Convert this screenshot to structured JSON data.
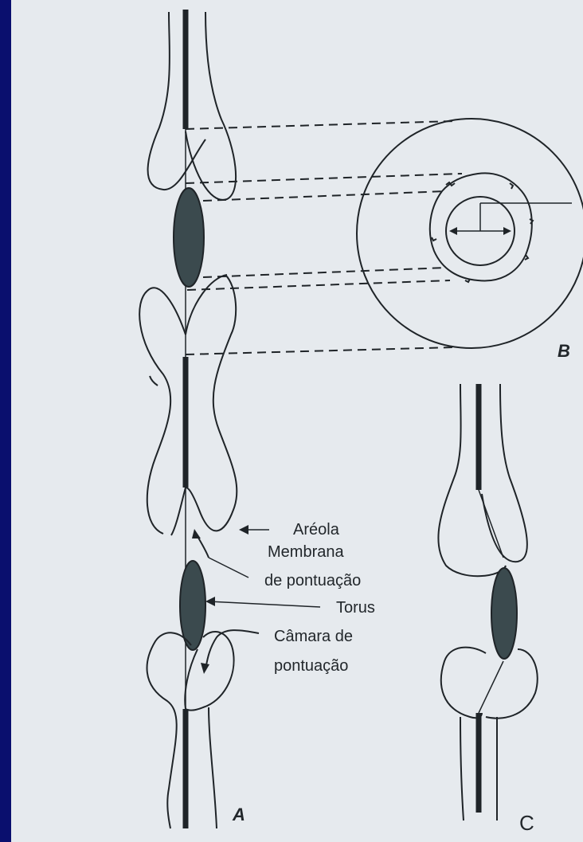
{
  "labels": {
    "areola": "Aréola",
    "membrana_1": "Membrana",
    "membrana_2": "de pontuação",
    "torus": "Torus",
    "camara_1": "Câmara de",
    "camara_2": "pontuação"
  },
  "panel_letters": {
    "a": "A",
    "b": "B",
    "c": "C"
  },
  "colors": {
    "frame": "#0a0f6e",
    "paper": "#e6eaee",
    "ink": "#1f2428",
    "torus_fill": "#3b4a4e"
  }
}
